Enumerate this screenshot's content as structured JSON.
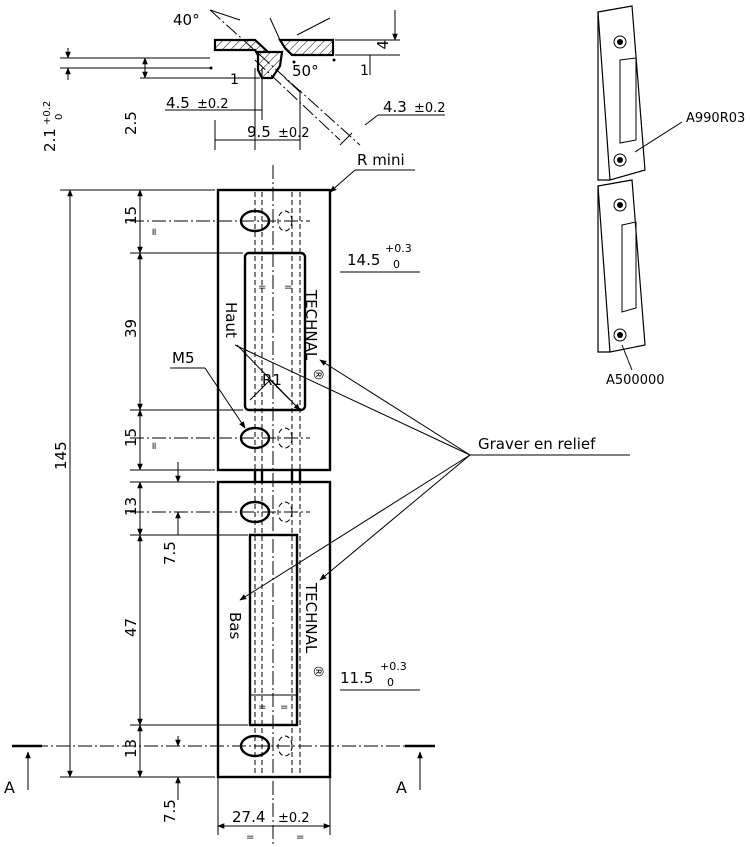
{
  "section_view": {
    "angle_a": "40°",
    "angle_b": "50°",
    "dim_4": "4",
    "dim_1_right": "1",
    "dim_1_left": "1",
    "dim_2_1": "2.1",
    "dim_2_1_tol_top": "+0.2",
    "dim_2_1_tol_bottom": "0",
    "dim_2_5": "2.5",
    "dim_4_5": "4.5",
    "dim_4_5_tol": "±0.2",
    "dim_9_5": "9.5",
    "dim_9_5_tol": "±0.2",
    "dim_4_3": "4.3",
    "dim_4_3_tol": "±0.2"
  },
  "labels": {
    "r_mini": "R  mini",
    "m5": "M5",
    "r1": "R1",
    "haut": "Haut",
    "bas": "Bas",
    "technal": "TECHNAL",
    "registered": "®",
    "graver": "Graver en relief",
    "section_a": "A"
  },
  "dims_left": {
    "overall": "145",
    "upper_15_top": "15",
    "upper_39": "39",
    "upper_15_bottom": "15",
    "lower_13_top": "13",
    "lower_7_5_top": "7.5",
    "lower_47": "47",
    "lower_13_bottom": "13",
    "lower_7_5_bottom": "7.5",
    "equal_mark": "="
  },
  "dims_right": {
    "upper_slot": "14.5",
    "upper_slot_tol_top": "+0.3",
    "upper_slot_tol_bottom": "0",
    "lower_slot": "11.5",
    "lower_slot_tol_top": "+0.3",
    "lower_slot_tol_bottom": "0"
  },
  "dims_bottom": {
    "width": "27.4",
    "width_tol": "±0.2"
  },
  "iso_view": {
    "ref_upper": "A990R03",
    "ref_lower": "A500000"
  }
}
